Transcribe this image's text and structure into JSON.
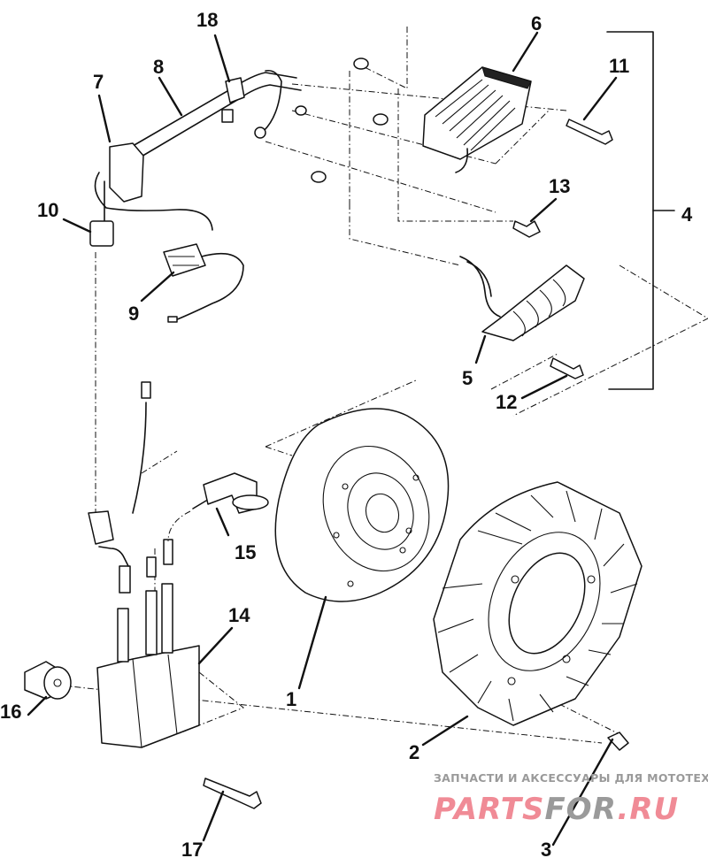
{
  "diagram": {
    "title": "Exploded view — flywheel magneto / ignition assembly",
    "callouts": {
      "c1": "1",
      "c2": "2",
      "c3": "3",
      "c4": "4",
      "c5": "5",
      "c6": "6",
      "c7": "7",
      "c8": "8",
      "c9": "9",
      "c10": "10",
      "c11": "11",
      "c12": "12",
      "c13": "13",
      "c14": "14",
      "c15": "15",
      "c16": "16",
      "c17": "17",
      "c18": "18"
    }
  },
  "watermark": {
    "tagline": "ЗАПЧАСТИ И АКСЕССУАРЫ ДЛЯ МОТОТЕХНИКИ",
    "logo_part1": "PARTS",
    "logo_part2": "FOR",
    "logo_part3": ".RU",
    "colors": {
      "pink": "#f08b96",
      "gray": "#9a9a9a"
    }
  }
}
